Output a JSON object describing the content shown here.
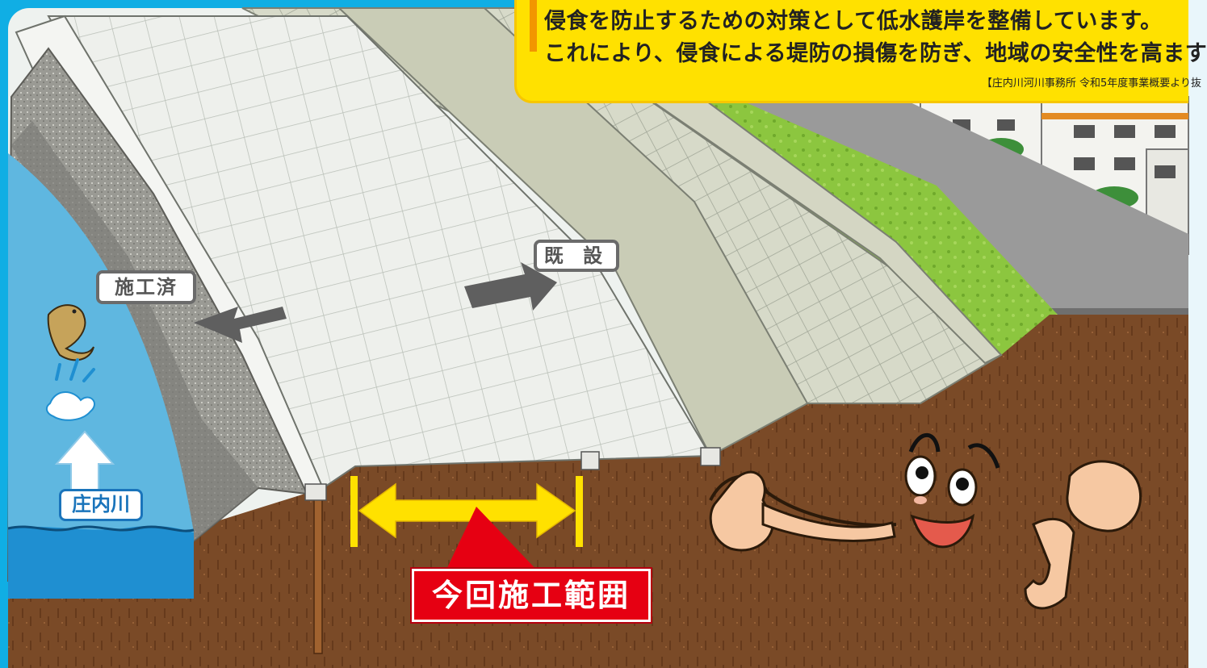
{
  "notice": {
    "line1": "侵食を防止するための対策として低水護岸を整備しています。",
    "line2": "これにより、侵食による堤防の損傷を防ぎ、地域の安全性を高ます",
    "source": "【庄内川河川事務所 令和5年度事業概要より抜"
  },
  "labels": {
    "completed": "施工済",
    "existing": "既 設",
    "river": "庄内川",
    "current_range": "今回施工範囲"
  },
  "colors": {
    "frame": "#10aee4",
    "water": "#5fb7e0",
    "soil": "#7a4a27",
    "accent_yellow": "#ffe100",
    "range_red": "#e60012"
  }
}
